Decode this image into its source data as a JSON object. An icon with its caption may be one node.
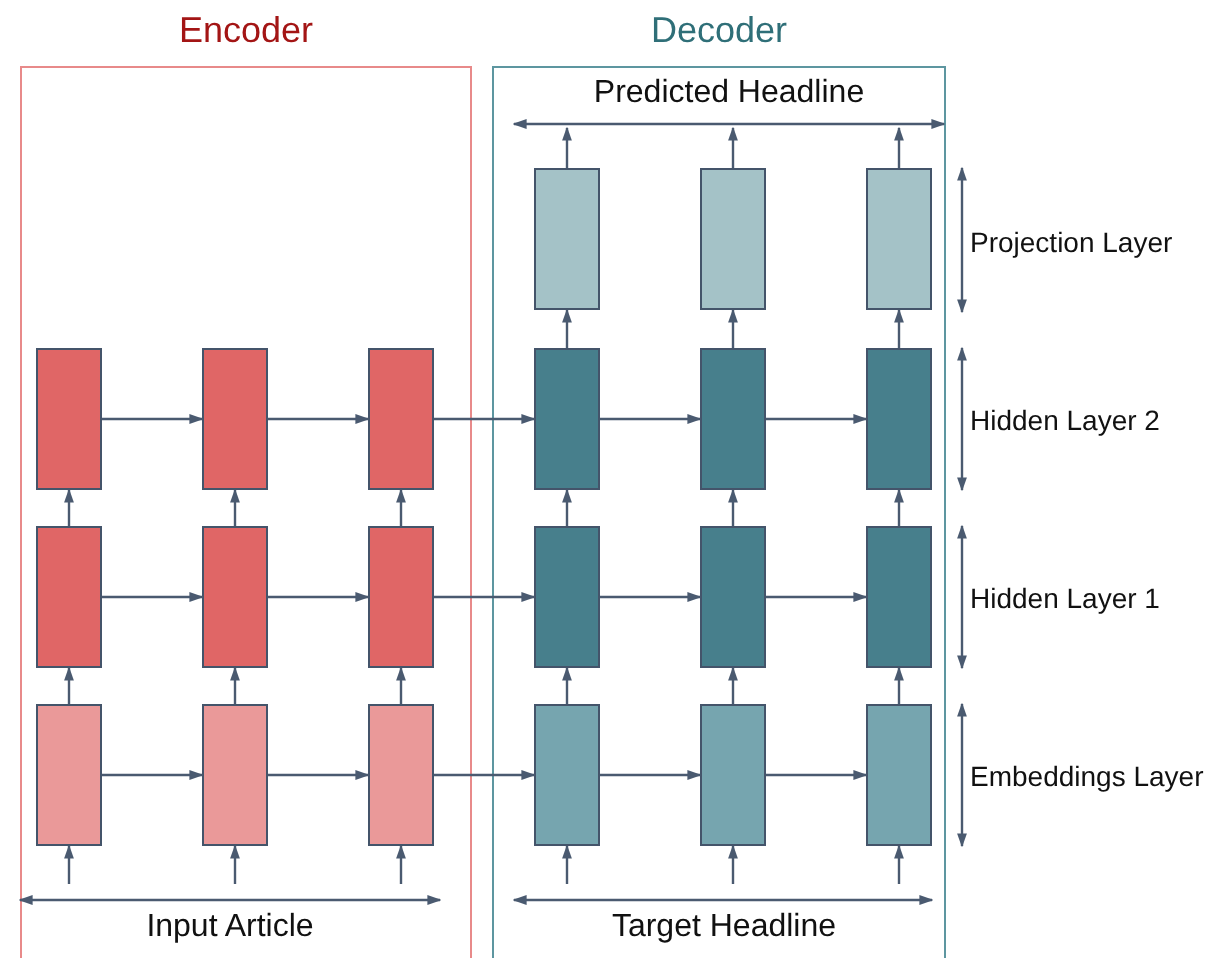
{
  "diagram": {
    "nodes": [
      {
        "text": [
          "Encoder"
        ]
      },
      {
        "text": [],
        "shape": "box",
        "in": 0
      },
      {
        "text": [],
        "shape": "box",
        "in": 0
      },
      {
        "text": [],
        "shape": "box",
        "in": 0
      },
      {
        "text": [],
        "shape": "box",
        "in": 0
      },
      {
        "text": [],
        "shape": "box",
        "in": 0
      },
      {
        "text": [],
        "shape": "box",
        "in": 0
      },
      {
        "text": [],
        "shape": "box",
        "in": 0
      },
      {
        "text": [],
        "shape": "box",
        "in": 0
      },
      {
        "text": [],
        "shape": "box",
        "in": 0
      },
      {
        "text": [
          "Decoder"
        ]
      },
      {
        "text": [],
        "shape": "box",
        "in": 10
      },
      {
        "text": [],
        "shape": "box",
        "in": 10
      },
      {
        "text": [],
        "shape": "box",
        "in": 10
      },
      {
        "text": [],
        "shape": "box",
        "in": 10
      },
      {
        "text": [],
        "shape": "box",
        "in": 10
      },
      {
        "text": [],
        "shape": "box",
        "in": 10
      },
      {
        "text": [],
        "shape": "box",
        "in": 10
      },
      {
        "text": [],
        "shape": "box",
        "in": 10
      },
      {
        "text": [],
        "shape": "box",
        "in": 10
      },
      {
        "text": [],
        "shape": "box",
        "in": 10
      },
      {
        "text": [],
        "shape": "box",
        "in": 10
      },
      {
        "text": [],
        "shape": "box",
        "in": 10
      },
      {
        "text": [
          "Predicted Headline"
        ],
        "in": 10
      }
    ],
    "edges": [
      {
        "from": 1,
        "to": 2,
        "arrow": "to"
      },
      {
        "from": 2,
        "to": 3,
        "arrow": "to"
      },
      {
        "from": 3,
        "to": 14,
        "arrow": "to"
      },
      {
        "from": 14,
        "to": 15,
        "arrow": "to"
      },
      {
        "from": 15,
        "to": 16,
        "arrow": "to"
      },
      {
        "from": 4,
        "to": 5,
        "arrow": "to"
      },
      {
        "from": 5,
        "to": 6,
        "arrow": "to"
      },
      {
        "from": 6,
        "to": 17,
        "arrow": "to"
      },
      {
        "from": 17,
        "to": 18,
        "arrow": "to"
      },
      {
        "from": 18,
        "to": 19,
        "arrow": "to"
      },
      {
        "from": 7,
        "to": 8,
        "arrow": "to"
      },
      {
        "from": 8,
        "to": 9,
        "arrow": "to"
      },
      {
        "from": 9,
        "to": 20,
        "arrow": "to"
      },
      {
        "from": 20,
        "to": 21,
        "arrow": "to"
      },
      {
        "from": 21,
        "to": 22,
        "arrow": "to"
      },
      {
        "from": 7,
        "to": 4,
        "arrow": "to"
      },
      {
        "from": 4,
        "to": 1,
        "arrow": "to"
      },
      {
        "from": 8,
        "to": 5,
        "arrow": "to"
      },
      {
        "from": 5,
        "to": 2,
        "arrow": "to"
      },
      {
        "from": 9,
        "to": 6,
        "arrow": "to"
      },
      {
        "from": 6,
        "to": 3,
        "arrow": "to"
      },
      {
        "from": 20,
        "to": 17,
        "arrow": "to"
      },
      {
        "from": 17,
        "to": 14,
        "arrow": "to"
      },
      {
        "from": 14,
        "to": 11,
        "arrow": "to"
      },
      {
        "from": 21,
        "to": 18,
        "arrow": "to"
      },
      {
        "from": 18,
        "to": 15,
        "arrow": "to"
      },
      {
        "from": 15,
        "to": 12,
        "arrow": "to"
      },
      {
        "from": 22,
        "to": 19,
        "arrow": "to"
      },
      {
        "from": 19,
        "to": 16,
        "arrow": "to"
      },
      {
        "from": 16,
        "to": 13,
        "arrow": "to"
      },
      {
        "from": null,
        "to": 7,
        "arrow": "to"
      },
      {
        "from": null,
        "to": 8,
        "arrow": "to"
      },
      {
        "from": null,
        "to": 9,
        "arrow": "to"
      },
      {
        "from": null,
        "to": 20,
        "arrow": "to"
      },
      {
        "from": null,
        "to": 21,
        "arrow": "to"
      },
      {
        "from": null,
        "to": 22,
        "arrow": "to"
      },
      {
        "from": 11,
        "to": 23,
        "arrow": "to"
      },
      {
        "from": 12,
        "to": 23,
        "arrow": "to"
      },
      {
        "from": 13,
        "to": 23,
        "arrow": "to"
      }
    ],
    "labels": [
      "Projection Layer",
      "Hidden Layer 2",
      "Hidden Layer 1",
      "Embeddings Layer",
      "Input Article",
      "Target Headline"
    ]
  }
}
